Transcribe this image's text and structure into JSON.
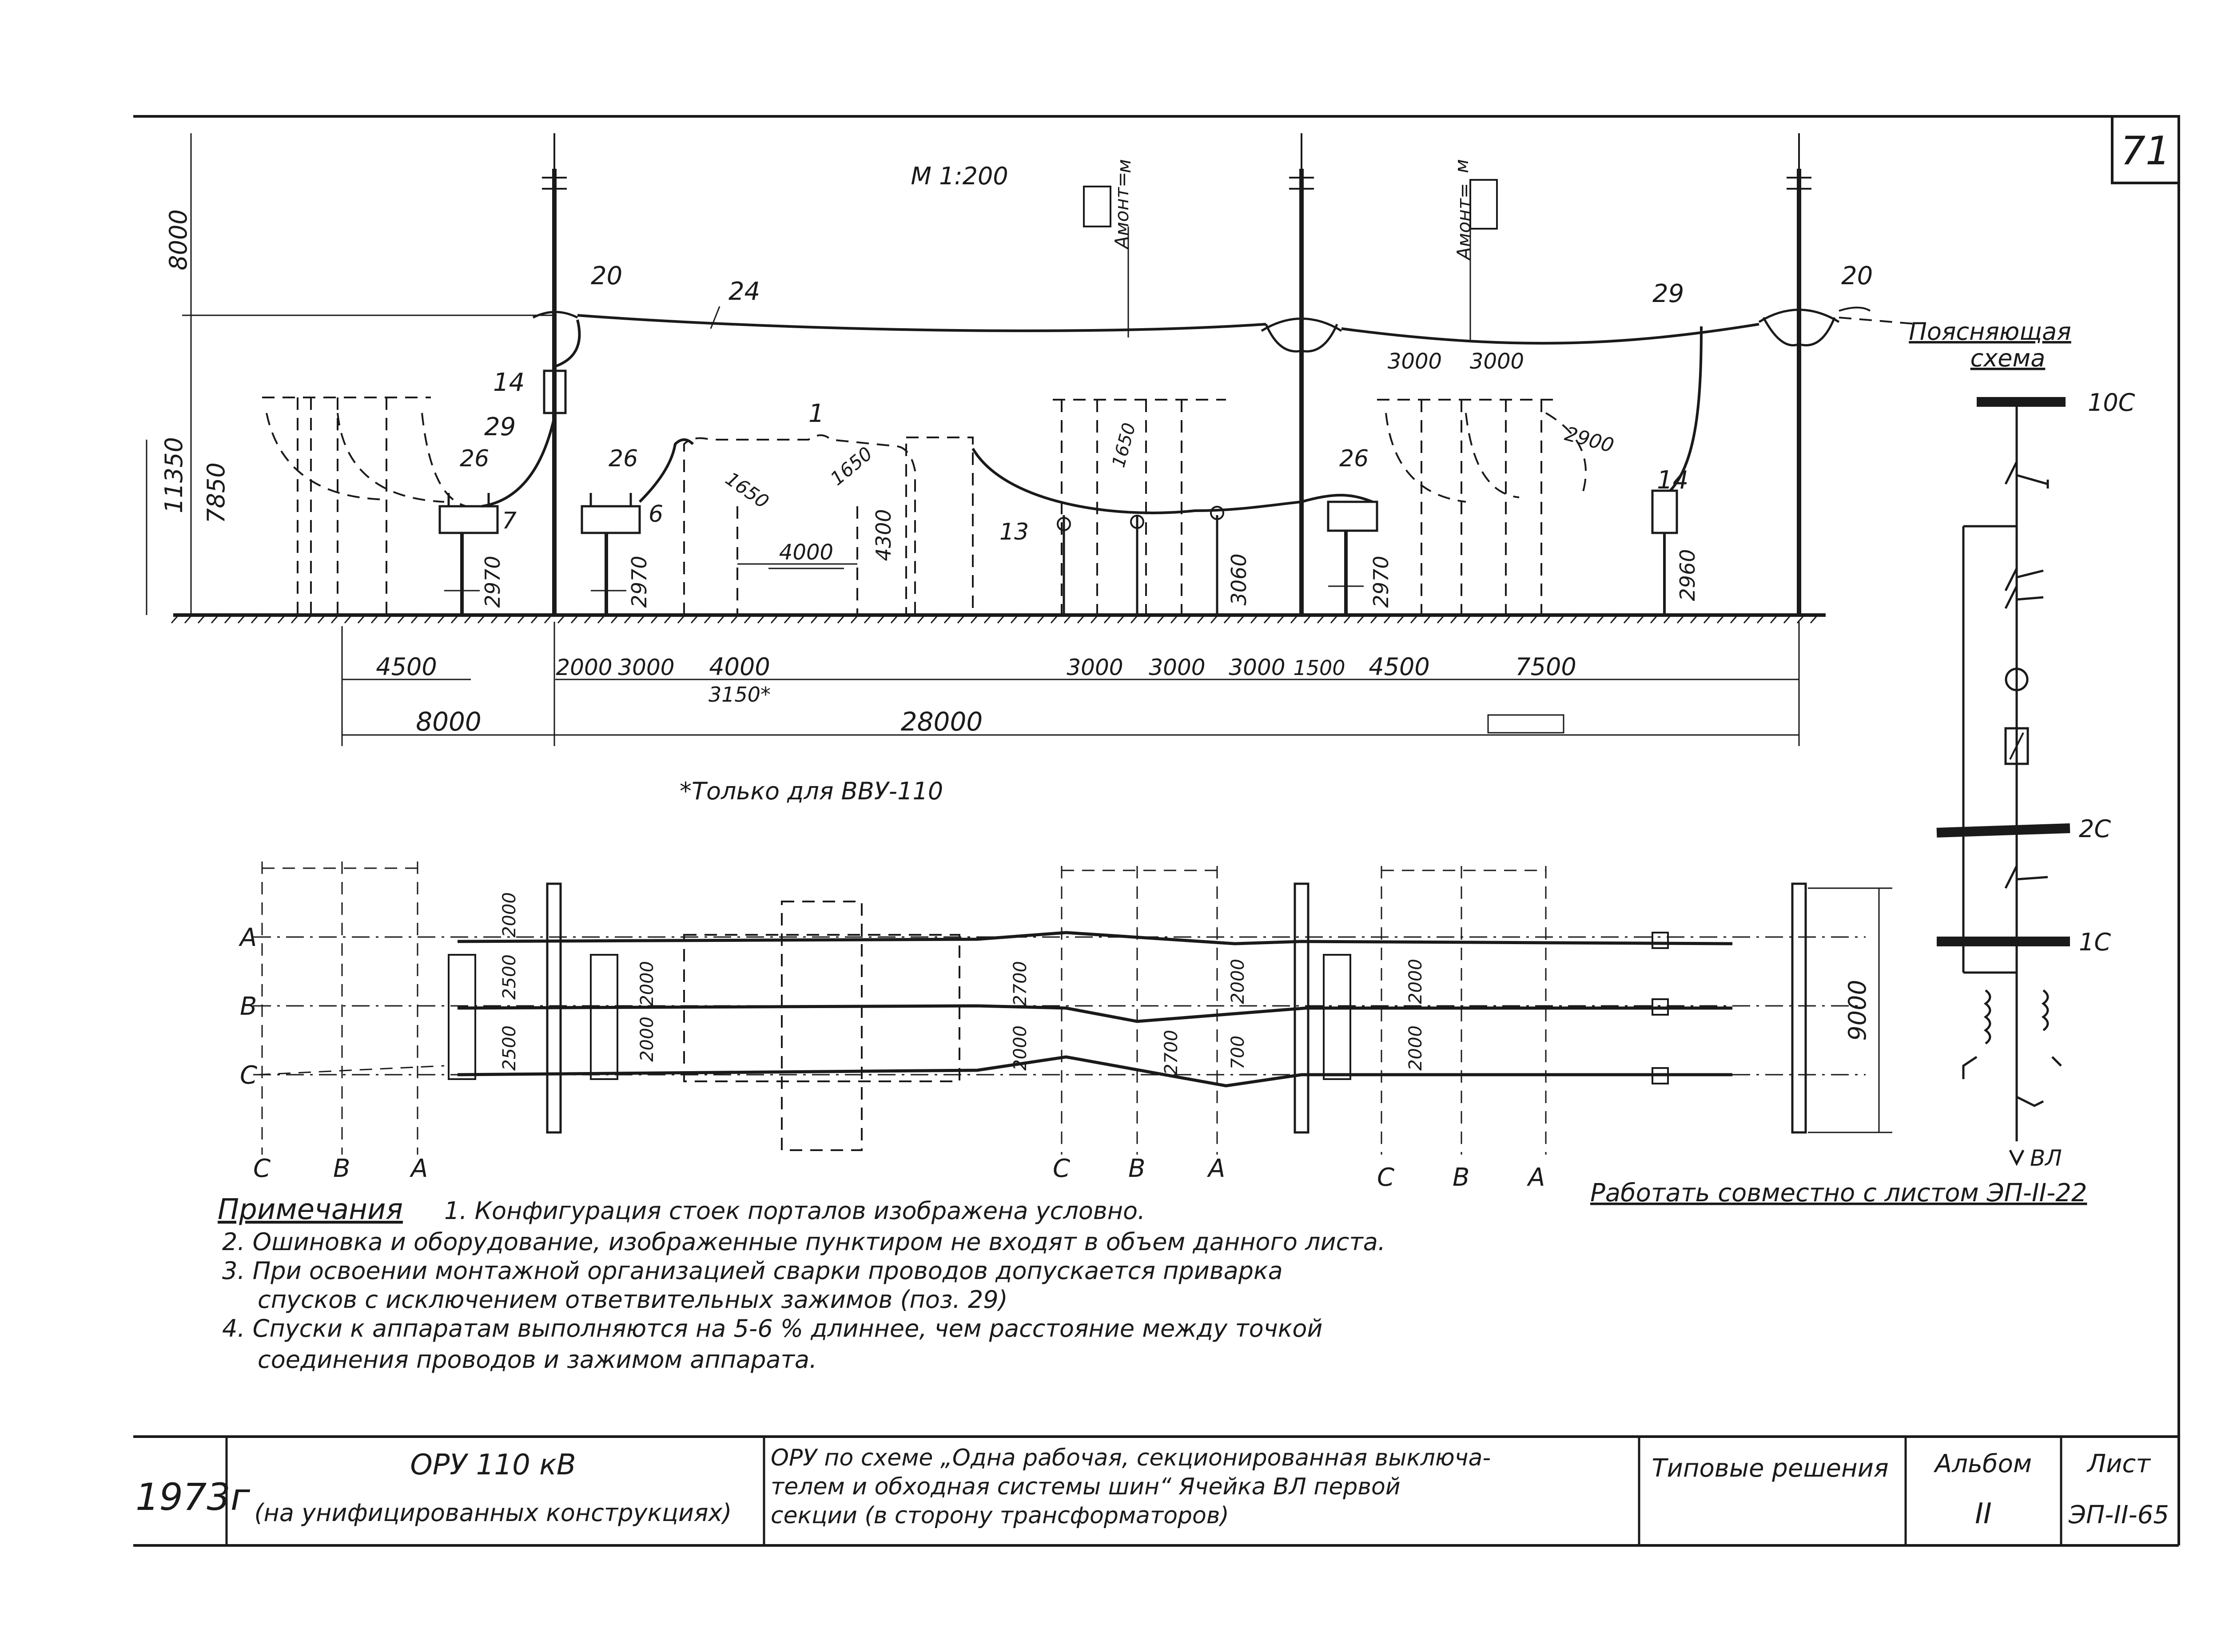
{
  "sheet": {
    "number": "71",
    "scale": "М 1:200",
    "explanatory_title_line1": "Поясняющая",
    "explanatory_title_line2": "схема",
    "footnote": "*Только для ВВУ-110",
    "work_with": "Работать совместно с листом ЭП-II-22",
    "a_mount_label": "Aмонт=",
    "a_mount_unit": "м"
  },
  "elevation": {
    "dims": {
      "h8000": "8000",
      "h11350": "11350",
      "h7850": "7850",
      "h2970a": "2970",
      "h2970b": "2970",
      "h2970c": "2970",
      "h4300": "4300",
      "h3060": "3060",
      "h2960": "2960",
      "r1650a": "1650",
      "r1650b": "1650",
      "r1650c": "1650",
      "r2900": "2900",
      "w4000_inner": "4000",
      "top3000a": "3000",
      "top3000b": "3000",
      "b4500a": "4500",
      "b2000": "2000",
      "b3000a": "3000",
      "b4000": "4000",
      "b3150": "3150*",
      "b3000b": "3000",
      "b3000c": "3000",
      "b3000d": "3000",
      "b1500": "1500",
      "b4500b": "4500",
      "b7500": "7500",
      "t8000": "8000",
      "t28000": "28000"
    },
    "labels": {
      "p20a": "20",
      "p20b": "20",
      "p24": "24",
      "p29a": "29",
      "p29b": "29",
      "p14a": "14",
      "p14b": "14",
      "p1": "1",
      "p26a": "26",
      "p26b": "26",
      "p26c": "26",
      "p7": "7",
      "p6": "6",
      "p13": "13"
    }
  },
  "plan": {
    "phases_left": [
      "A",
      "B",
      "C"
    ],
    "phases_bottom_1": [
      "C",
      "B",
      "A"
    ],
    "phases_bottom_2": [
      "C",
      "B",
      "A"
    ],
    "phases_bottom_3": [
      "C",
      "B",
      "A"
    ],
    "dims": {
      "d2000a": "2000",
      "d2500a": "2500",
      "d2500b": "2500",
      "d2000b": "2000",
      "d2000c": "2000",
      "d2700a": "2700",
      "d2000d": "2000",
      "d2700b": "2700",
      "d2000e": "2000",
      "d700": "700",
      "d2000f": "2000",
      "d2000g": "2000",
      "d9000": "9000"
    }
  },
  "scheme": {
    "bus_10c": "10С",
    "bus_2c": "2С",
    "bus_1c": "1С",
    "line": "ВЛ"
  },
  "notes": {
    "heading": "Примечания",
    "n1": "1. Конфигурация стоек порталов изображена условно.",
    "n2": "2. Ошиновка и оборудование, изображенные пунктиром не входят в объем данного листа.",
    "n3a": "3. При освоении монтажной организацией сварки проводов допускается приварка",
    "n3b": "спусков с исключением ответвительных зажимов (поз. 29)",
    "n4a": "4. Спуски к аппаратам выполняются на 5-6 % длиннее, чем расстояние между точкой",
    "n4b": "соединения проводов и зажимом аппарата."
  },
  "title_block": {
    "year": "1973г",
    "name": "ОРУ 110 кВ",
    "name_sub": "(на унифицированных конструкциях)",
    "desc1": "ОРУ по схеме „Одна рабочая, секционированная выключа-",
    "desc2": "телем и обходная системы шин“ Ячейка ВЛ первой",
    "desc3": "секции (в сторону трансформаторов)",
    "typical": "Типовые решения",
    "album_label": "Альбом",
    "album_value": "II",
    "sheet_label": "Лист",
    "sheet_value": "ЭП-II-65"
  }
}
